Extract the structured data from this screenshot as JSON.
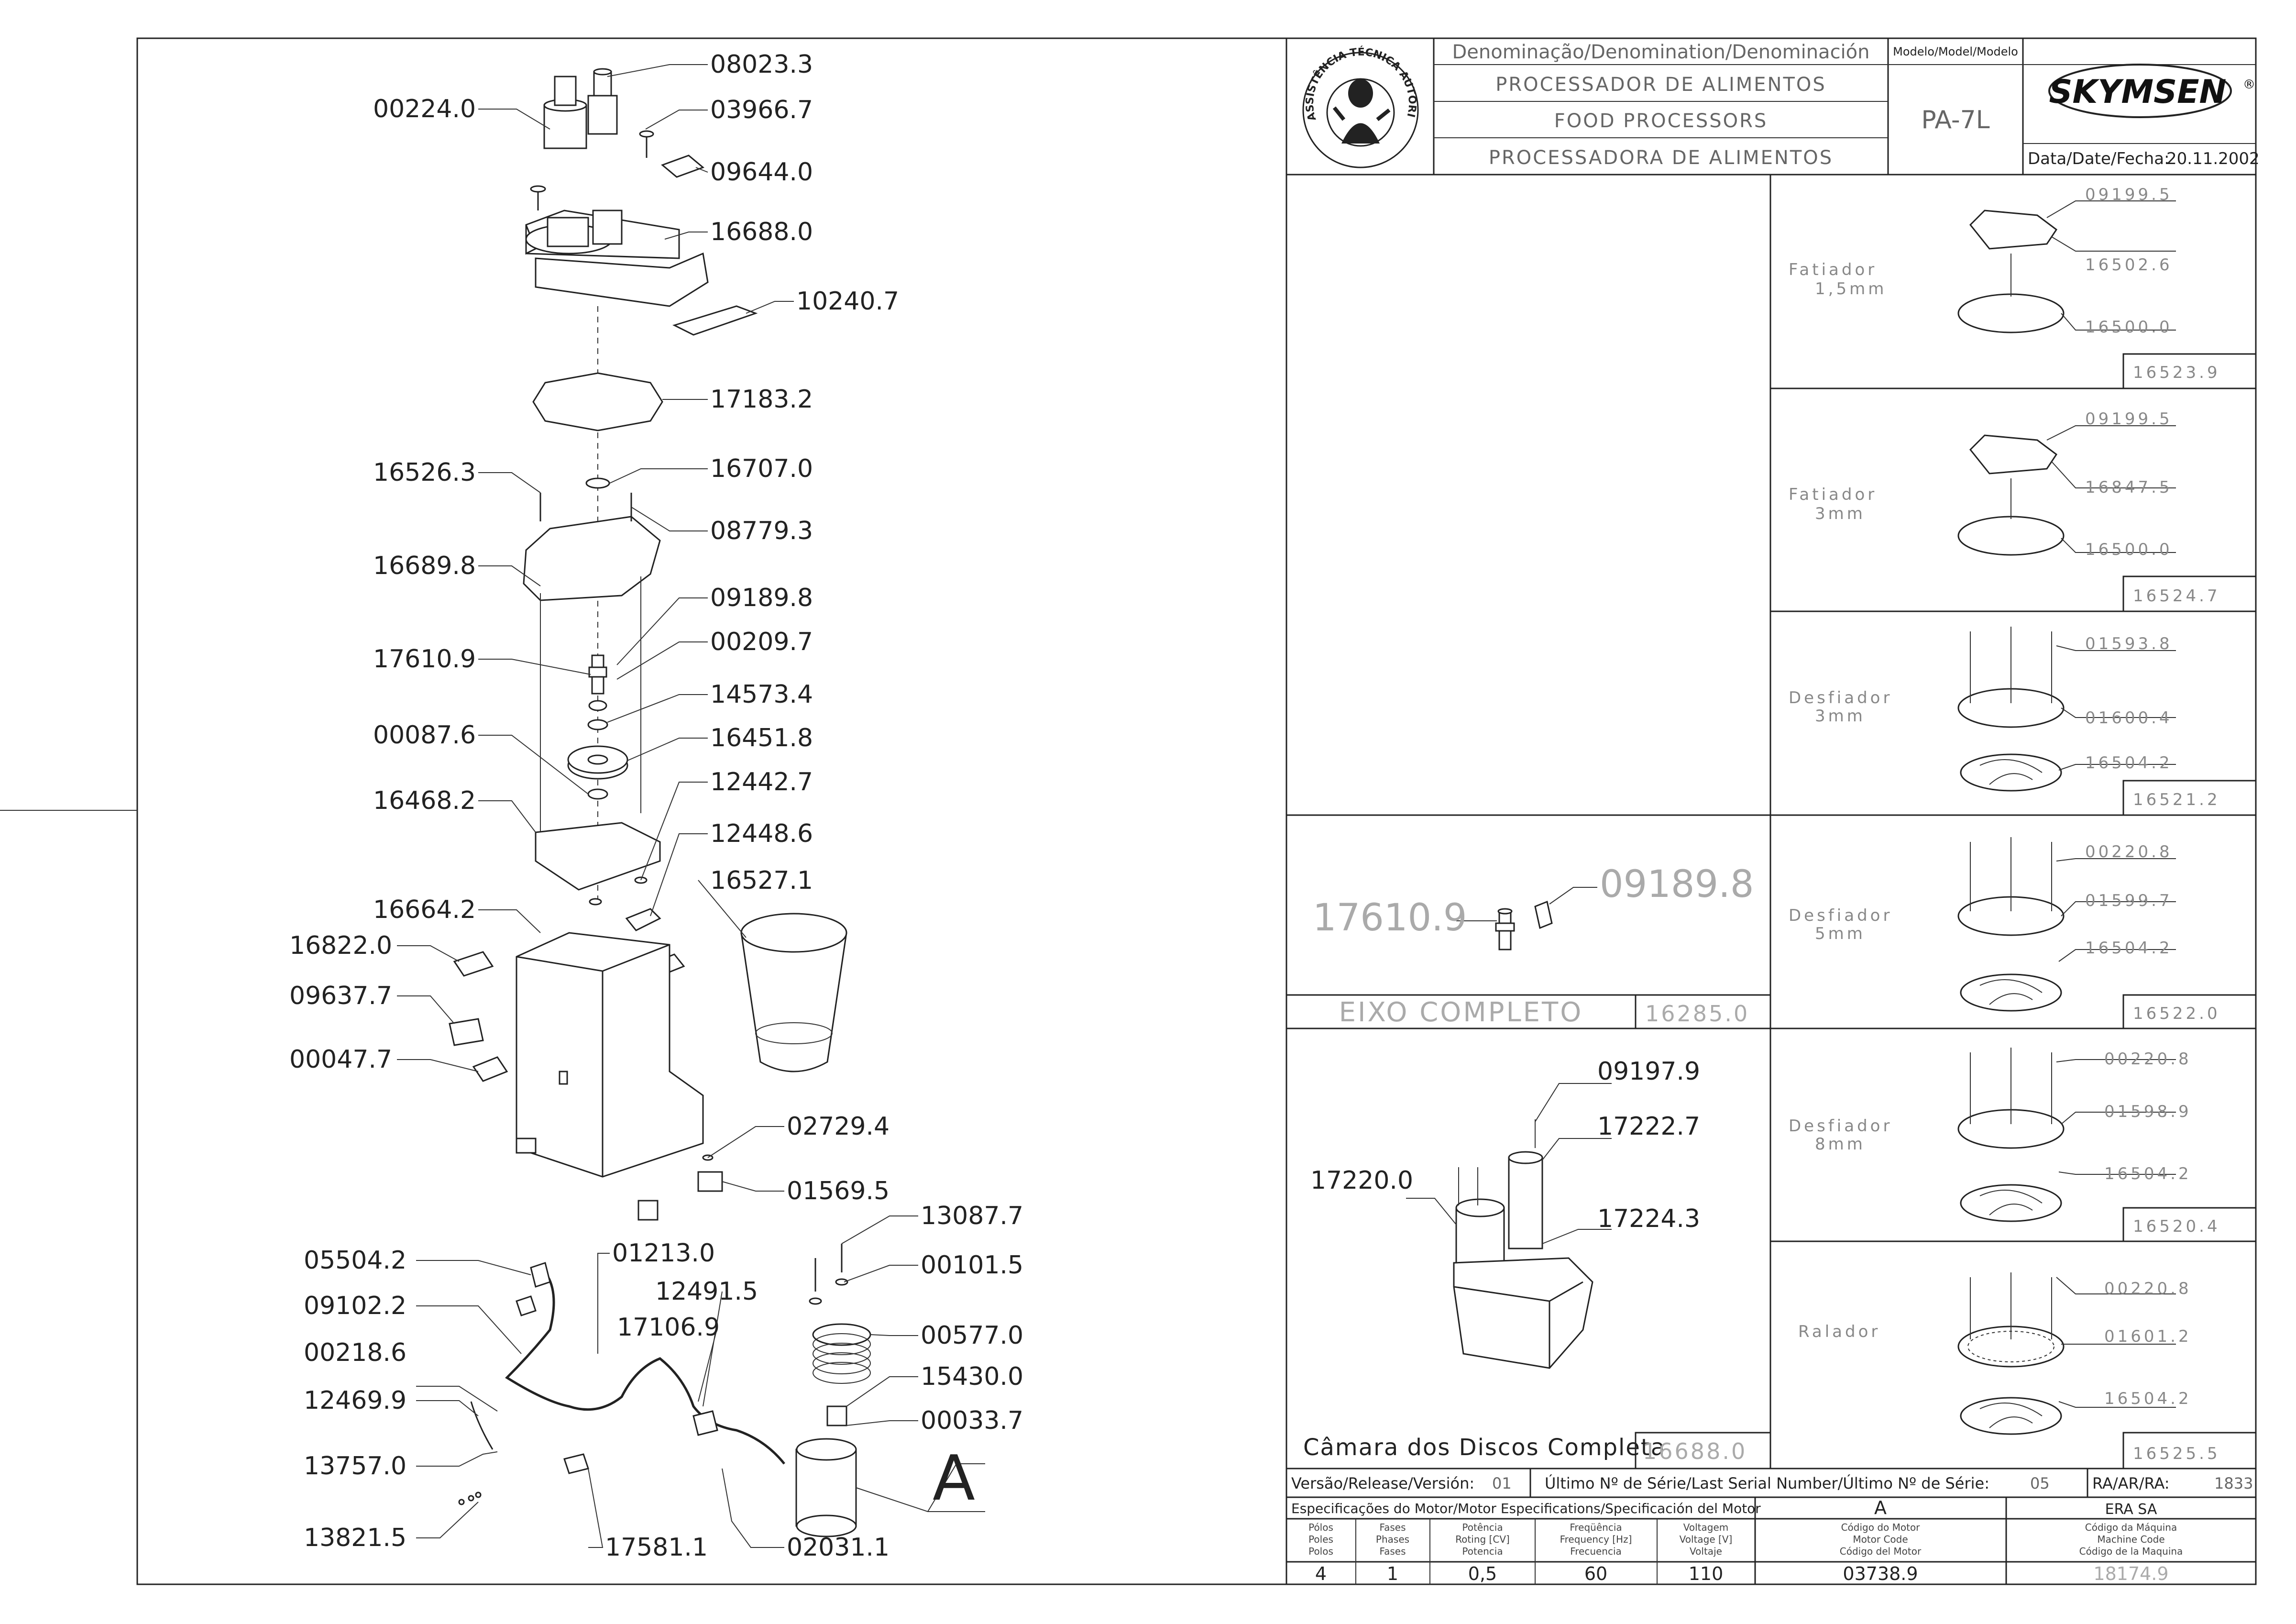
{
  "title_block": {
    "denomination_header": "Denominação/Denomination/Denominación",
    "model_header": "Modelo/Model/Modelo",
    "name_pt": "PROCESSADOR DE ALIMENTOS",
    "name_en": "FOOD PROCESSORS",
    "name_es": "PROCESSADORA DE ALIMENTOS",
    "model": "PA-7L",
    "brand": "SKYMSEN",
    "brand_mark": "®",
    "date_label": "Data/Date/Fecha:",
    "date": "20.11.2002",
    "seal_text": "ASSISTÊNCIA TÉCNICA AUTORIZADA"
  },
  "main_parts": [
    "08023.3",
    "00224.0",
    "03966.7",
    "09644.0",
    "16688.0",
    "10240.7",
    "17183.2",
    "16526.3",
    "16707.0",
    "08779.3",
    "16689.8",
    "09189.8",
    "00209.7",
    "17610.9",
    "14573.4",
    "00087.6",
    "16451.8",
    "12442.7",
    "16468.2",
    "12448.6",
    "16527.1",
    "16664.2",
    "16822.0",
    "09637.7",
    "00047.7",
    "02729.4",
    "01569.5",
    "13087.7",
    "05504.2",
    "01213.0",
    "00101.5",
    "09102.2",
    "12491.5",
    "17106.9",
    "00218.6",
    "00577.0",
    "15430.0",
    "12469.9",
    "00033.7",
    "13757.0",
    "13821.5",
    "17581.1",
    "02031.1",
    "A"
  ],
  "shaft_kit": {
    "parts": [
      "17610.9",
      "09189.8"
    ],
    "name": "EIXO COMPLETO",
    "code": "16285.0"
  },
  "disc_chamber": {
    "parts": [
      "09197.9",
      "17222.7",
      "17220.0",
      "17224.3"
    ],
    "name": "Câmara dos Discos Completa",
    "code": "16688.0"
  },
  "disc_kits": [
    {
      "name": "Fatiador",
      "size": "1,5mm",
      "parts": [
        "09199.5",
        "16502.6",
        "16500.0"
      ],
      "code": "16523.9"
    },
    {
      "name": "Fatiador",
      "size": "3mm",
      "parts": [
        "09199.5",
        "16847.5",
        "16500.0"
      ],
      "code": "16524.7"
    },
    {
      "name": "Desfiador",
      "size": "3mm",
      "parts": [
        "01593.8",
        "01600.4",
        "16504.2"
      ],
      "code": "16521.2"
    },
    {
      "name": "Desfiador",
      "size": "5mm",
      "parts": [
        "00220.8",
        "01599.7",
        "16504.2"
      ],
      "code": "16522.0"
    },
    {
      "name": "Desfiador",
      "size": "8mm",
      "parts": [
        "00220.8",
        "01598.9",
        "16504.2"
      ],
      "code": "16520.4"
    },
    {
      "name": "Ralador",
      "size": "",
      "parts": [
        "00220.8",
        "01601.2",
        "16504.2"
      ],
      "code": "16525.5"
    }
  ],
  "release": {
    "version_label": "Versão/Release/Versión:",
    "version": "01",
    "serial_label": "Último Nº de Série/Last Serial Number/Último Nº de Série:",
    "serial": "05",
    "ra_label": "RA/AR/RA:",
    "ra": "1833"
  },
  "motor": {
    "spec_header": "Especificações do Motor/Motor Especifications/Specificación del Motor",
    "col_a": "A",
    "col_era": "ERA SA",
    "h_poles": [
      "Pólos",
      "Poles",
      "Polos"
    ],
    "h_phases": [
      "Fases",
      "Phases",
      "Fases"
    ],
    "h_power": [
      "Potência",
      "Roting [CV]",
      "Potencia"
    ],
    "h_freq": [
      "Freqüência",
      "Frequency [Hz]",
      "Frecuencia"
    ],
    "h_volt": [
      "Voltagem",
      "Voltage [V]",
      "Voltaje"
    ],
    "h_motor_code": [
      "Código do Motor",
      "Motor Code",
      "Código del Motor"
    ],
    "h_machine_code": [
      "Código da Máquina",
      "Machine Code",
      "Código de la Maquina"
    ],
    "poles": "4",
    "phases": "1",
    "power": "0,5",
    "frequency": "60",
    "voltage": "110",
    "motor_code": "03738.9",
    "machine_code": "18174.9"
  }
}
